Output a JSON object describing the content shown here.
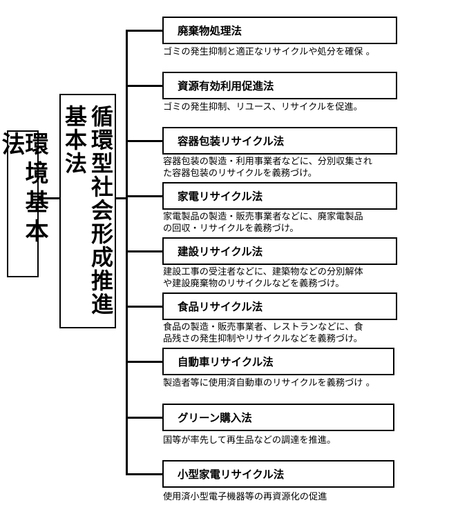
{
  "root": {
    "label": "環境基本法"
  },
  "mid": {
    "label": "循環型社会形成推進基本法"
  },
  "laws": [
    {
      "name": "廃棄物処理法",
      "desc": "ゴミの発生抑制と適正なリサイクルや処分を確保 。"
    },
    {
      "name": "資源有効利用促進法",
      "desc": "ゴミの発生抑制、リユース、リサイクルを促進。"
    },
    {
      "name": "容器包装リサイクル法",
      "desc": "容器包装の製造・利用事業者などに、分別収集され\nた容器包装のリサイクルを義務づけ。"
    },
    {
      "name": "家電リサイクル法",
      "desc": "家電製品の製造・販売事業者などに、廃家電製品\nの回収・リサイクルを義務づけ。"
    },
    {
      "name": "建設リサイクル法",
      "desc": "建設工事の受注者などに、建築物などの分別解体\nや建設廃棄物のリサイクルなどを義務づけ。"
    },
    {
      "name": "食品リサイクル法",
      "desc": "食品の製造・販売事業者、レストランなどに、食\n品残さの発生抑制やリサイクルなどを義務づけ。"
    },
    {
      "name": "自動車リサイクル法",
      "desc": "製造者等に使用済自動車のリサイクルを義務づけ 。"
    },
    {
      "name": "グリーン購入法",
      "desc": "国等が率先して再生品などの調達を推進。"
    },
    {
      "name": "小型家電リサイクル法",
      "desc": "使用済小型電子機器等の再資源化の促進"
    }
  ]
}
